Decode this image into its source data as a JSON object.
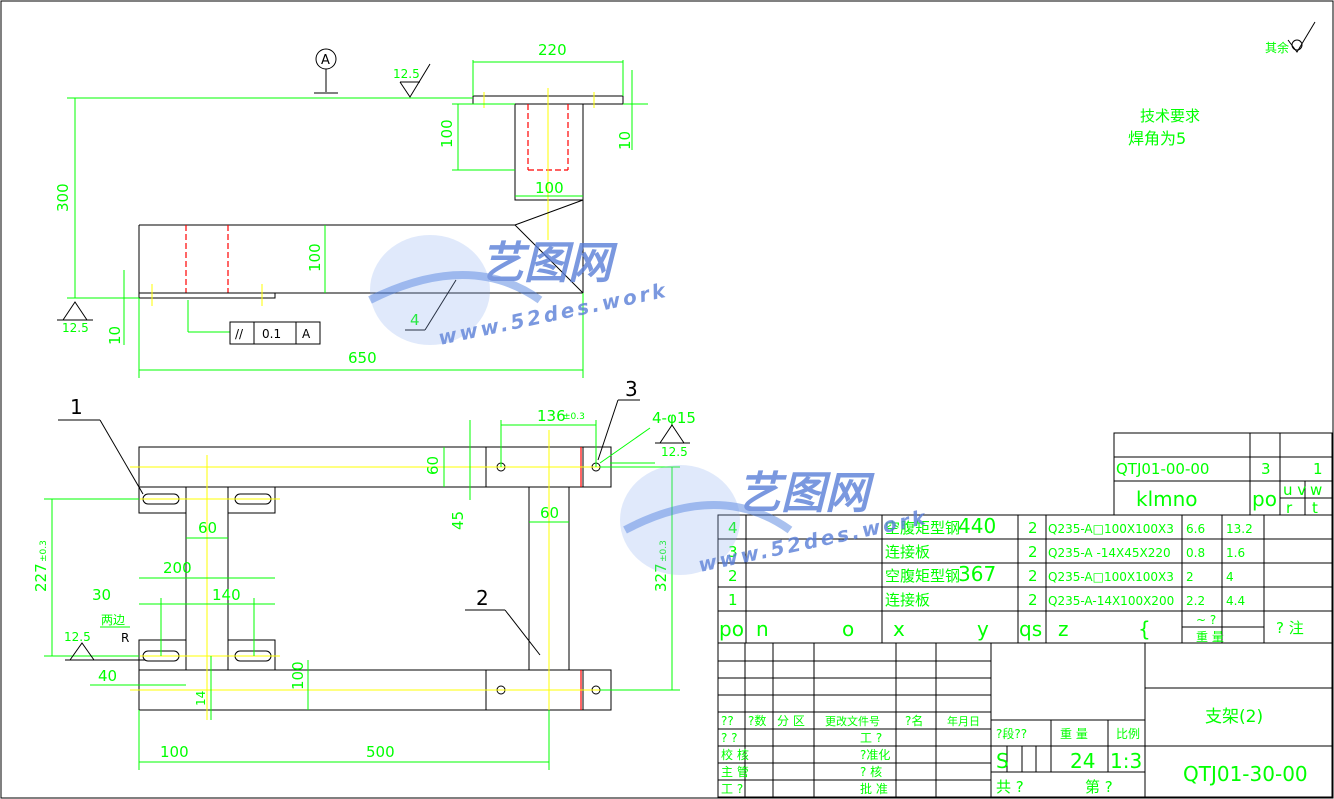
{
  "drawing": {
    "roughness_note": "其余",
    "tech_req_title": "技术要求",
    "tech_req_line": "焊角为5",
    "datum": "A",
    "front_view": {
      "dim_top_width": "220",
      "dim_height_300": "300",
      "dim_flange_100": "100",
      "dim_flange_thk": "10",
      "dim_post_width": "100",
      "dim_beam_height": "100",
      "dim_bottom_10": "10",
      "dim_length": "650",
      "roughness_top": "12.5",
      "roughness_left": "12.5",
      "tol_symbol": "//",
      "tol_value": "0.1",
      "tol_datum": "A",
      "balloon_4": "4"
    },
    "plan_view": {
      "balloon_1": "1",
      "balloon_2": "2",
      "balloon_3": "3",
      "dim_136": "136",
      "dim_136_tol": "±0.3",
      "holes": "4-φ15",
      "roughness_holes": "12.5",
      "dim_60_a": "60",
      "dim_45": "45",
      "dim_60_b": "60",
      "dim_60_c": "60",
      "dim_227": "227",
      "dim_227_tol": "±0.3",
      "dim_327": "327",
      "dim_327_tol": "±0.3",
      "dim_200": "200",
      "dim_30": "30",
      "dim_140": "140",
      "both_sides": "两边",
      "roughness_slot": "12.5",
      "radius": "R",
      "dim_40": "40",
      "dim_14": "14",
      "dim_100_v": "100",
      "dim_100_h": "100",
      "dim_500": "500"
    }
  },
  "title_block": {
    "ref_code": "QTJ01-00-00",
    "ref_qty": "3",
    "ref_sheet": "1",
    "ref_letters": "klmno",
    "ref_po": "po",
    "ref_uvw1": "u v",
    "ref_uvw2": "w",
    "ref_rt": "r",
    "ref_t": "t",
    "parts": [
      {
        "no": "4",
        "name": "空腹矩型钢",
        "name_extra": "440",
        "qty": "2",
        "material": "Q235-A□100X100X3",
        "unit": "6.6",
        "total": "13.2"
      },
      {
        "no": "3",
        "name": "连接板",
        "name_extra": "",
        "qty": "2",
        "material": "Q235-A -14X45X220",
        "unit": "0.8",
        "total": "1.6"
      },
      {
        "no": "2",
        "name": "空腹矩型钢",
        "name_extra": "367",
        "qty": "2",
        "material": "Q235-A□100X100X3",
        "unit": "2",
        "total": "4"
      },
      {
        "no": "1",
        "name": "连接板",
        "name_extra": "",
        "qty": "2",
        "material": "Q235-A-14X100X200",
        "unit": "2.2",
        "total": "4.4"
      }
    ],
    "header": {
      "po": "po",
      "n": "n",
      "o": "o",
      "x": "x",
      "y": "y",
      "qs": "qs",
      "z": "z",
      "brace": "{",
      "weight_tilde": "~ ?",
      "weight": "重  量",
      "note": "? 注"
    },
    "change_headers": {
      "mark": "??",
      "count": "?数",
      "zone": "分 区",
      "doc": "更改文件号",
      "sign": "?名",
      "date": "年月日"
    },
    "roles": {
      "r1": "? ?",
      "r2": "校 核",
      "r3": "主 管",
      "r4": "工 ?",
      "r5": "工 ?",
      "r6": "?准化",
      "r7": "? 核",
      "r8": "批 准"
    },
    "stage_label": "?段??",
    "weight_label": "重  量",
    "scale_label": "比例",
    "stage_value": "S",
    "weight_value": "24",
    "scale_value": "1:3",
    "sheets_total": "共   ?",
    "sheet_no": "第   ?",
    "part_name": "支架(2)",
    "drawing_no": "QTJ01-30-00"
  },
  "watermark": {
    "brand_cn": "艺图网",
    "brand_url": "www.52des.work"
  }
}
